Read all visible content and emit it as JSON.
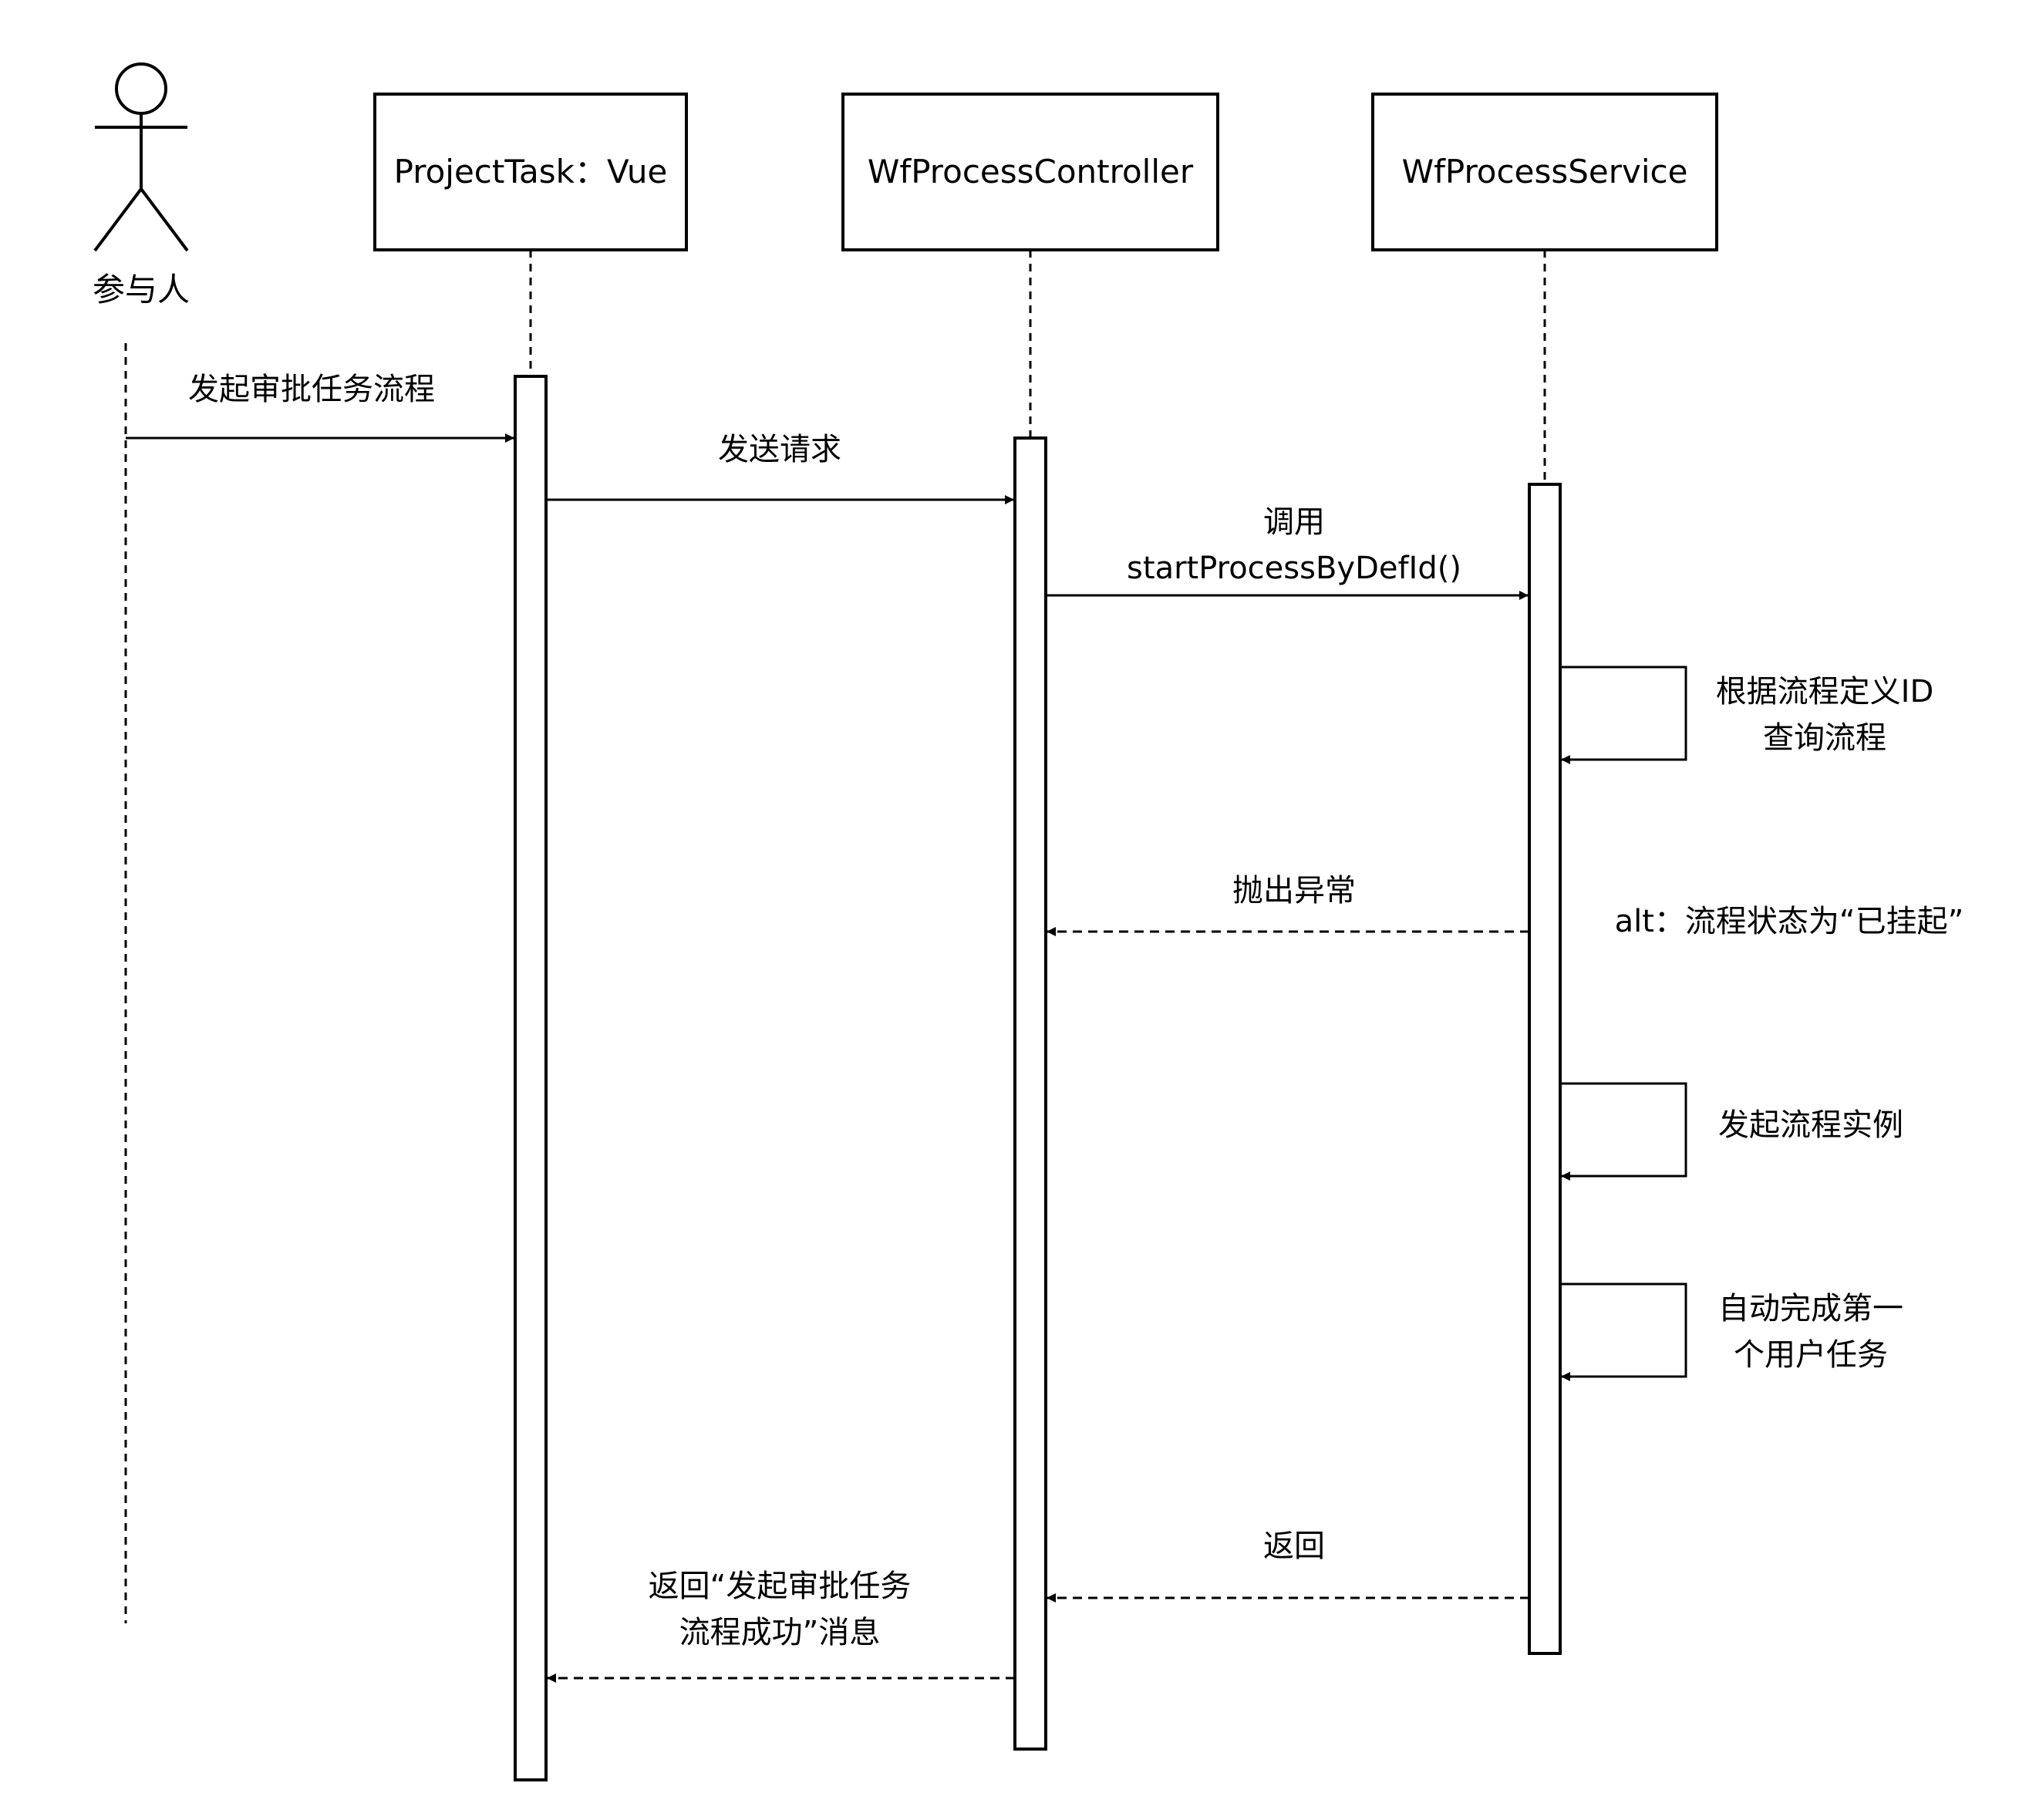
{
  "actor": {
    "label": "参与人"
  },
  "participants": {
    "vue": "ProjectTask：Vue",
    "controller": "WfProcessController",
    "service": "WfProcessService"
  },
  "messages": {
    "start_approval": "发起审批任务流程",
    "send_request": "发送请求",
    "call_line1": "调用",
    "call_line2": "startProcessByDefId()",
    "query_line1": "根据流程定义ID",
    "query_line2": "查询流程",
    "throw_exception": "抛出异常",
    "alt_condition": "alt：流程状态为“已挂起”",
    "start_instance": "发起流程实例",
    "auto_complete_line1": "自动完成第一",
    "auto_complete_line2": "个用户任务",
    "return_service": "返回",
    "return_success_line1": "返回“发起审批任务",
    "return_success_line2": "流程成功”消息"
  }
}
